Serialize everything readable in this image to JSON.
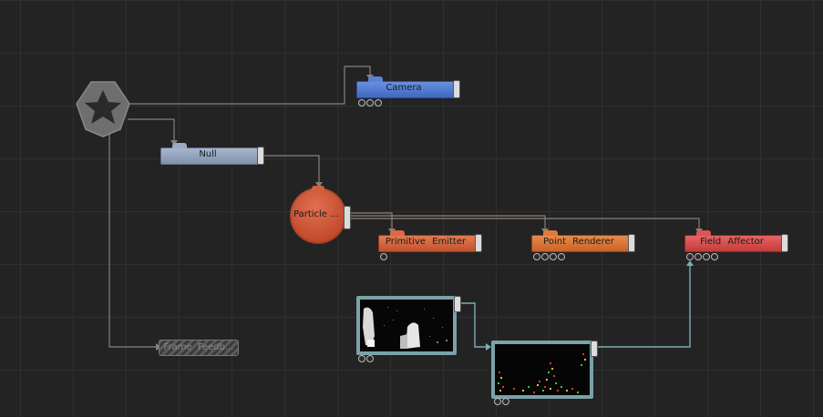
{
  "nodes": {
    "camera": {
      "label": "Camera",
      "color": "#4a74c8"
    },
    "null": {
      "label": "Null",
      "color": "#8ea0b8"
    },
    "particle": {
      "label": "Particle ..."
    },
    "primitive_emitter": {
      "label": "Primitive Emitter",
      "color": "#d0603a"
    },
    "point_renderer": {
      "label": "Point Renderer",
      "color": "#d06a30"
    },
    "field_affector": {
      "label": "Field Affector",
      "color": "#d24a48"
    },
    "frame_feedback": {
      "label": "Frame Feedb..."
    }
  },
  "icons": {
    "scene_root": "gear-star-icon",
    "video_source": "video-thumbnail-icon",
    "video_processed": "video-thumbnail-icon"
  },
  "colors": {
    "background": "#232323",
    "grid": "#303030",
    "wire": "#8a8078",
    "wire_cyan": "#7aaeb4"
  }
}
